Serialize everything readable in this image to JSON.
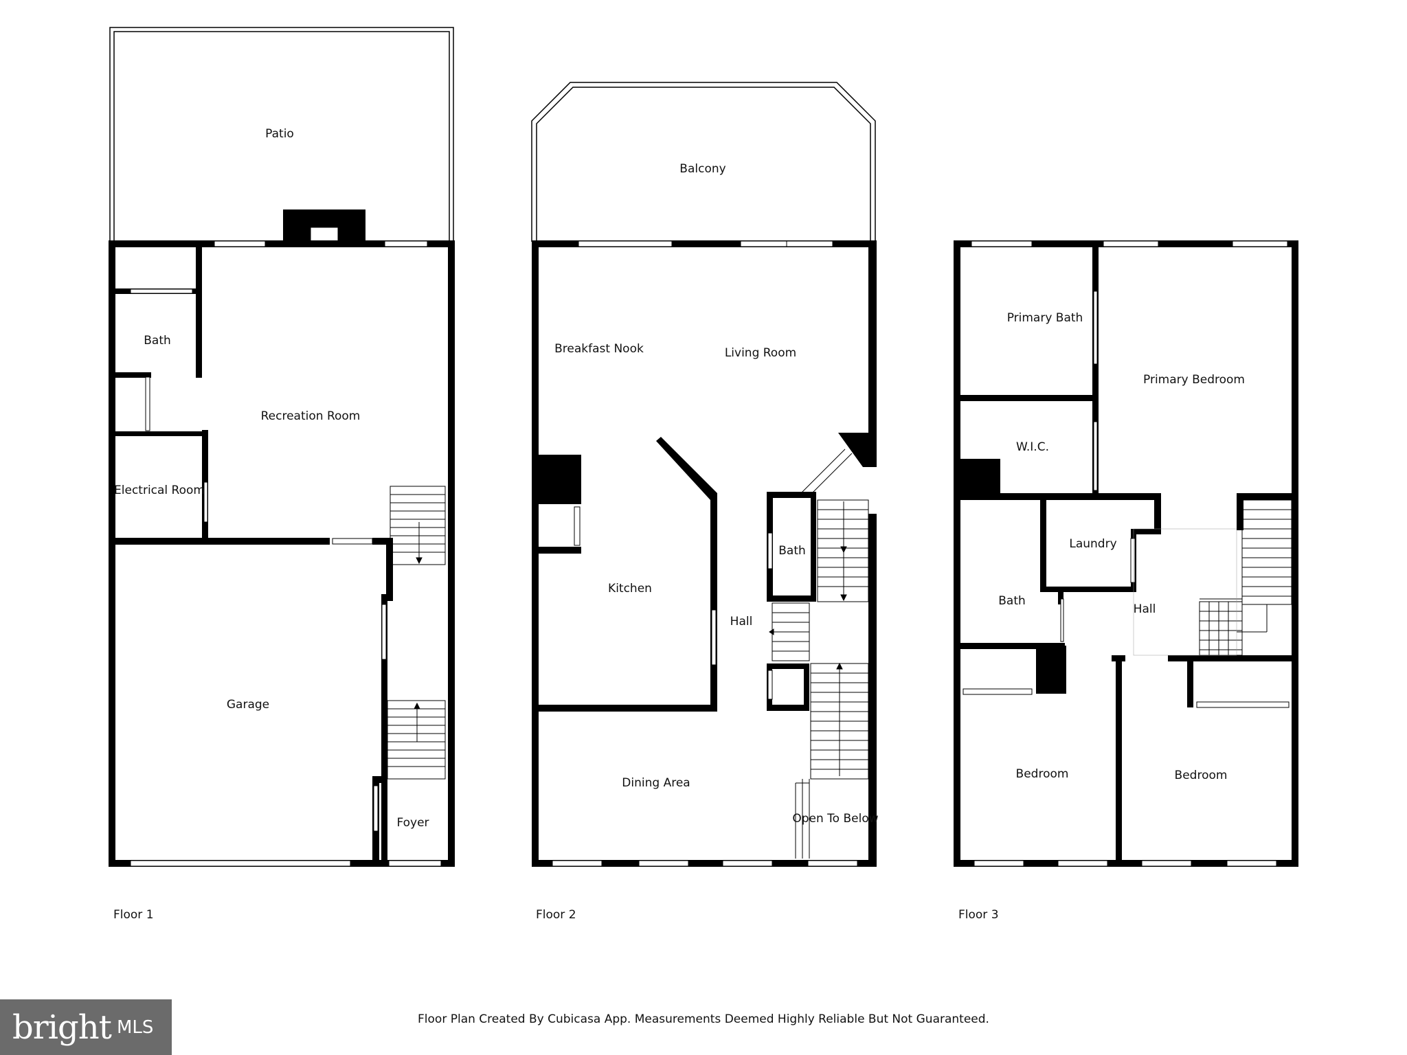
{
  "floors": [
    {
      "label": "Floor 1",
      "rooms": [
        "Patio",
        "Bath",
        "Recreation Room",
        "Electrical Room",
        "Garage",
        "Foyer"
      ]
    },
    {
      "label": "Floor 2",
      "rooms": [
        "Balcony",
        "Breakfast Nook",
        "Living Room",
        "Kitchen",
        "Bath",
        "Hall",
        "Dining Area",
        "Open To Below"
      ]
    },
    {
      "label": "Floor 3",
      "rooms": [
        "Primary Bath",
        "Primary Bedroom",
        "W.I.C.",
        "Laundry",
        "Bath",
        "Hall",
        "Bedroom",
        "Bedroom"
      ]
    }
  ],
  "disclaimer": "Floor Plan Created By Cubicasa App. Measurements Deemed Highly Reliable But Not Guaranteed.",
  "logo": {
    "brand": "bright",
    "suffix": "MLS"
  },
  "colors": {
    "wall": "#000000",
    "background": "#ffffff",
    "logo_bg": "#6b6b6b",
    "logo_accent": "#e03a3a"
  }
}
